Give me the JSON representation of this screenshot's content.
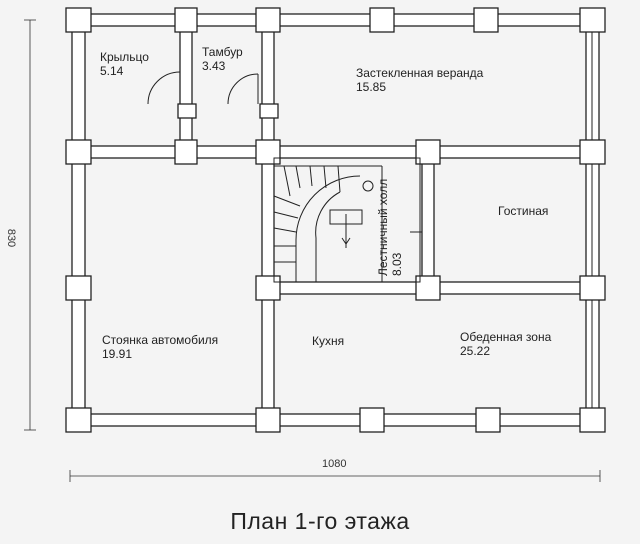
{
  "title": "План 1-го этажа",
  "dimensions": {
    "width": "1080",
    "depth": "830"
  },
  "rooms": {
    "porch": {
      "name": "Крыльцо",
      "area": "5.14"
    },
    "vestibule": {
      "name": "Тамбур",
      "area": "3.43"
    },
    "veranda": {
      "name": "Застекленная веранда",
      "area": "15.85"
    },
    "living": {
      "name": "Гостиная",
      "area": ""
    },
    "stairhall": {
      "name": "Лестничный холл",
      "area": "8.03"
    },
    "parking": {
      "name": "Стоянка автомобиля",
      "area": "19.91"
    },
    "kitchen": {
      "name": "Кухня",
      "area": ""
    },
    "dining": {
      "name": "Обеденная зона",
      "area": "25.22"
    }
  }
}
